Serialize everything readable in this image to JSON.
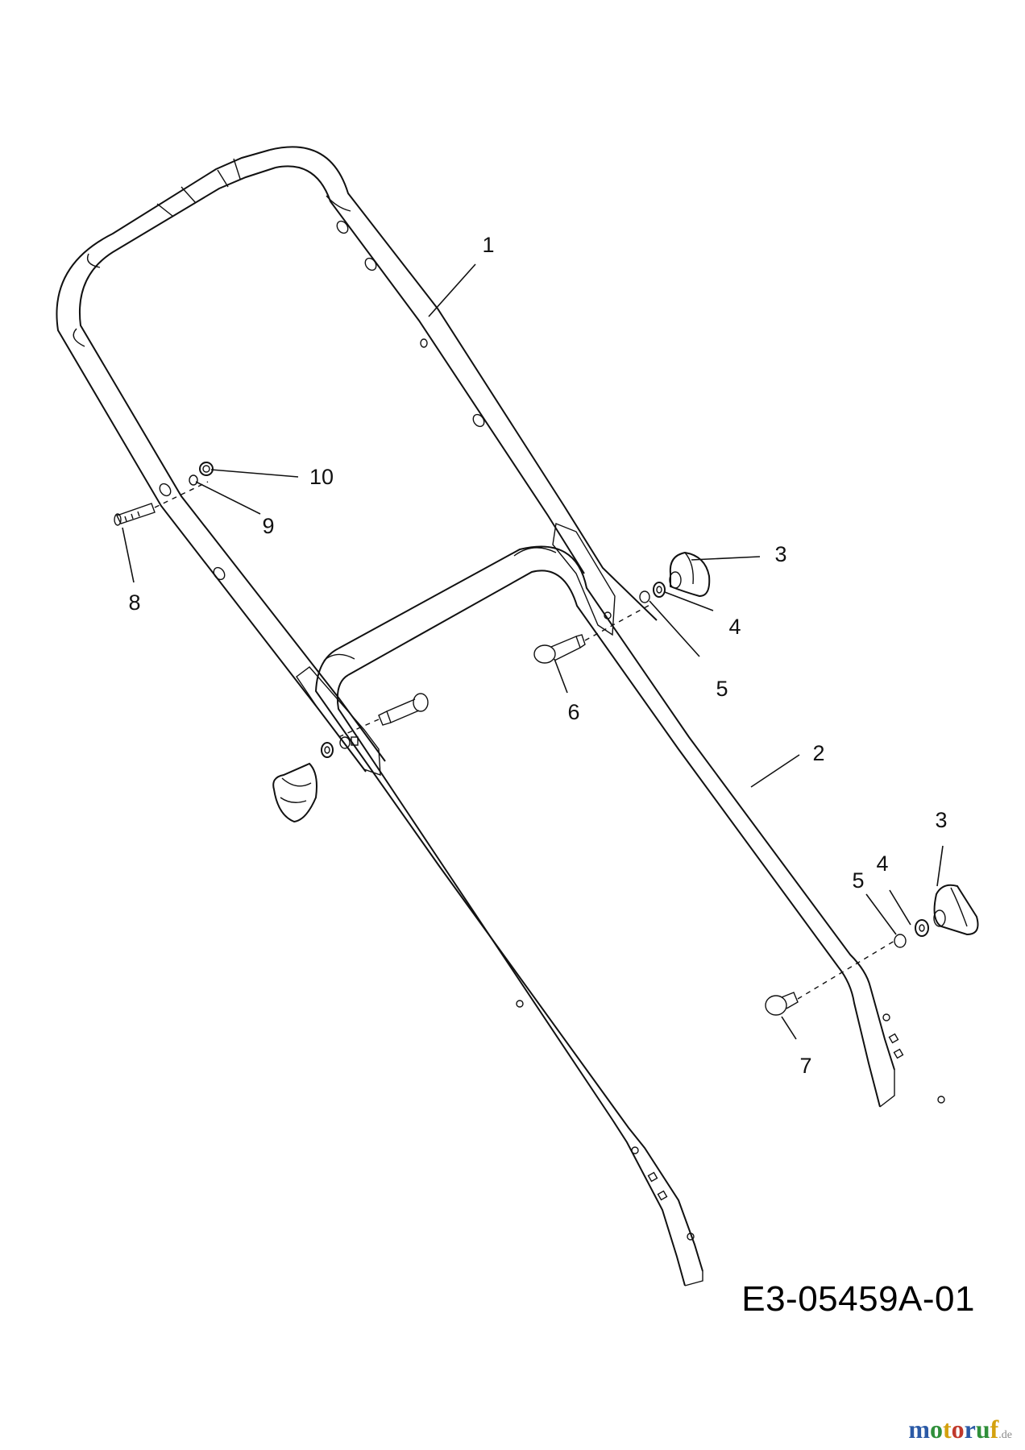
{
  "drawing_code": "E3-05459A-01",
  "watermark": {
    "letters": [
      {
        "ch": "m",
        "color": "#2b5aa6"
      },
      {
        "ch": "o",
        "color": "#2f8f3a"
      },
      {
        "ch": "t",
        "color": "#d4a10f"
      },
      {
        "ch": "o",
        "color": "#c0392b"
      },
      {
        "ch": "r",
        "color": "#2b5aa6"
      },
      {
        "ch": "u",
        "color": "#2f8f3a"
      },
      {
        "ch": "f",
        "color": "#d4a10f"
      }
    ],
    "suffix": ".de"
  },
  "callouts": {
    "upper_handle": "1",
    "lower_handle": "2",
    "knob_upper_right": "3",
    "knob_lower_right": "3",
    "washer_upper_right": "4",
    "washer_lower_right": "4",
    "flat_washer_upper_right": "5",
    "flat_washer_lower_right": "5",
    "carriage_bolt_middle": "6",
    "carriage_bolt_lower": "7",
    "cable_tie_bolt": "8",
    "cable_tie_washer": "9",
    "cable_tie_nut": "10"
  }
}
